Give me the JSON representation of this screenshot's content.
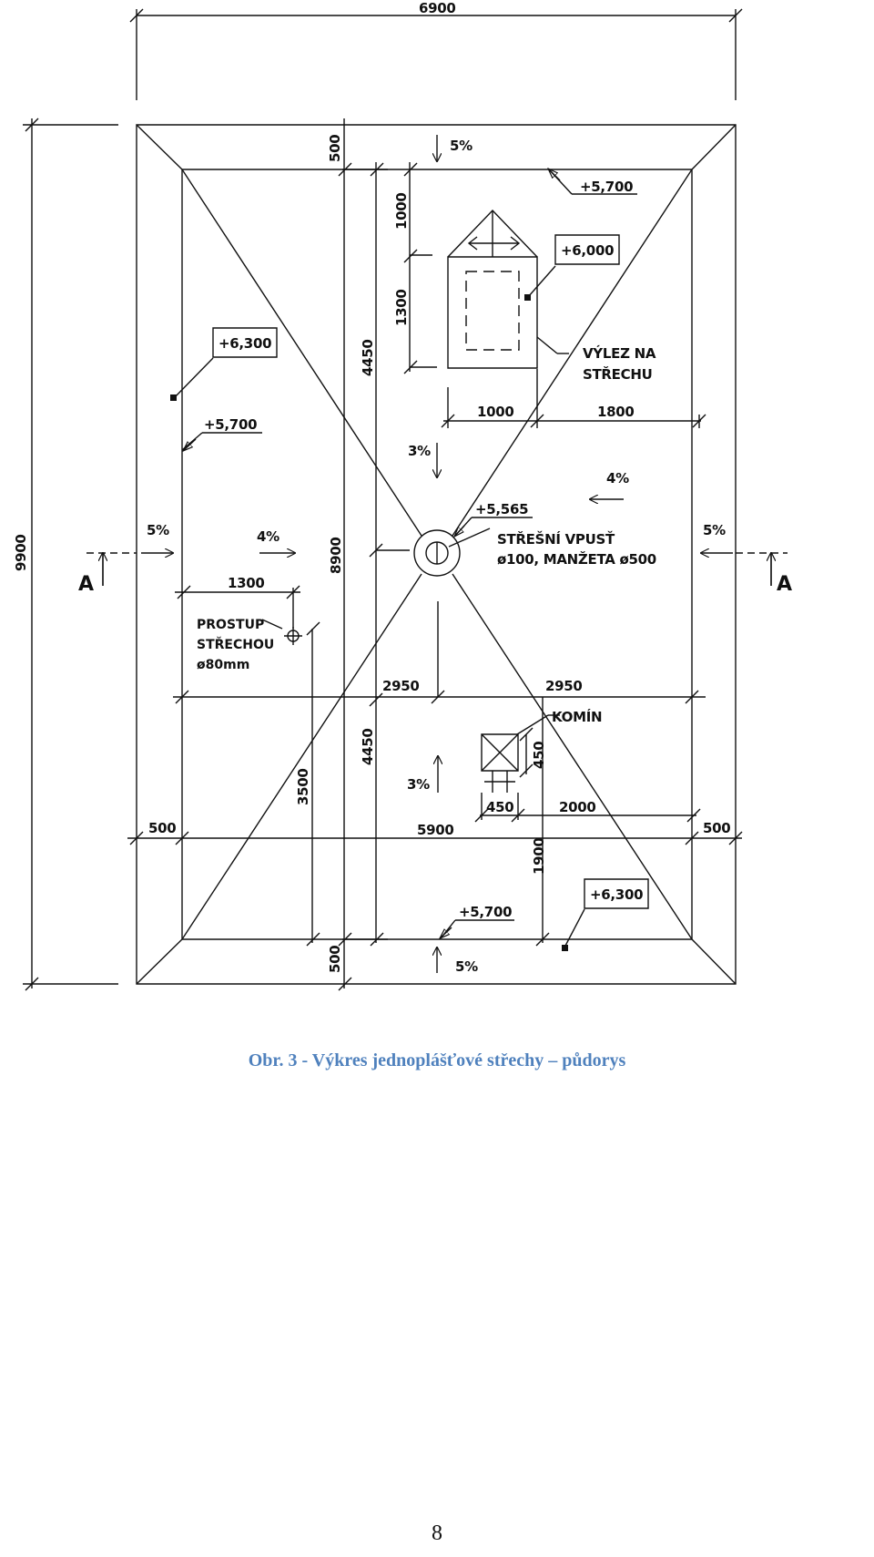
{
  "drawing": {
    "dims": {
      "top_width": "6900",
      "left_height": "9900",
      "top_offset": "500",
      "upper_1000": "1000",
      "upper_1300": "1300",
      "col_4450_upper": "4450",
      "col_8900": "8900",
      "col_4450_lower": "4450",
      "col_3500": "3500",
      "bottom_500": "500",
      "hatch_1000": "1000",
      "hatch_1800": "1800",
      "pen_1300": "1300",
      "mid_2950_left": "2950",
      "mid_2950_right": "2950",
      "chim_450_v": "450",
      "chim_450_h": "450",
      "chim_2000": "2000",
      "left_500": "500",
      "inner_5900": "5900",
      "right_500": "500",
      "low_1900": "1900"
    },
    "slopes": {
      "top": "5%",
      "center_upper": "3%",
      "right_inner": "4%",
      "left_outer": "5%",
      "left_inner": "4%",
      "right_outer": "5%",
      "center_lower": "3%",
      "bottom": "5%"
    },
    "levels": {
      "upper_right": "+5,700",
      "hatch": "+6,000",
      "upper_left_box": "+6,300",
      "left_edge": "+5,700",
      "drain": "+5,565",
      "bottom": "+5,700",
      "lower_right_box": "+6,300"
    },
    "labels": {
      "hatch_line1": "VÝLEZ NA",
      "hatch_line2": "STŘECHU",
      "drain_line1": "STŘEŠNÍ VPUSŤ",
      "drain_line2": "ø100, MANŽETA ø500",
      "pen_line1": "PROSTUP",
      "pen_line2": "STŘECHOU",
      "pen_line3": "ø80mm",
      "chimney": "KOMÍN",
      "section_left": "A",
      "section_right": "A"
    }
  },
  "caption": "Obr.  3 - Výkres jednoplášťové střechy – půdorys",
  "page_number": "8"
}
